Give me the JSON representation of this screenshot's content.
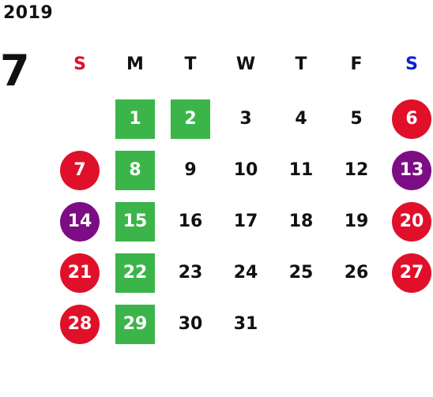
{
  "header": {
    "year": "2019",
    "month": "7"
  },
  "colors": {
    "sunday_header": "#e0102a",
    "saturday_header": "#0b1fdc",
    "green": "#3bb54a",
    "red": "#e0102a",
    "purple": "#7d0d84",
    "normal_text": "#111111"
  },
  "weekdays": [
    {
      "label": "S",
      "color": "#e0102a"
    },
    {
      "label": "M",
      "color": "#111111"
    },
    {
      "label": "T",
      "color": "#111111"
    },
    {
      "label": "W",
      "color": "#111111"
    },
    {
      "label": "T",
      "color": "#111111"
    },
    {
      "label": "F",
      "color": "#111111"
    },
    {
      "label": "S",
      "color": "#0b1fdc"
    }
  ],
  "weeks": [
    [
      {
        "day": "",
        "style": "empty"
      },
      {
        "day": "1",
        "style": "green"
      },
      {
        "day": "2",
        "style": "green"
      },
      {
        "day": "3",
        "style": "normal"
      },
      {
        "day": "4",
        "style": "normal"
      },
      {
        "day": "5",
        "style": "normal"
      },
      {
        "day": "6",
        "style": "red"
      }
    ],
    [
      {
        "day": "7",
        "style": "red"
      },
      {
        "day": "8",
        "style": "green"
      },
      {
        "day": "9",
        "style": "normal"
      },
      {
        "day": "10",
        "style": "normal"
      },
      {
        "day": "11",
        "style": "normal"
      },
      {
        "day": "12",
        "style": "normal"
      },
      {
        "day": "13",
        "style": "purple"
      }
    ],
    [
      {
        "day": "14",
        "style": "purple"
      },
      {
        "day": "15",
        "style": "green"
      },
      {
        "day": "16",
        "style": "normal"
      },
      {
        "day": "17",
        "style": "normal"
      },
      {
        "day": "18",
        "style": "normal"
      },
      {
        "day": "19",
        "style": "normal"
      },
      {
        "day": "20",
        "style": "red"
      }
    ],
    [
      {
        "day": "21",
        "style": "red"
      },
      {
        "day": "22",
        "style": "green"
      },
      {
        "day": "23",
        "style": "normal"
      },
      {
        "day": "24",
        "style": "normal"
      },
      {
        "day": "25",
        "style": "normal"
      },
      {
        "day": "26",
        "style": "normal"
      },
      {
        "day": "27",
        "style": "red"
      }
    ],
    [
      {
        "day": "28",
        "style": "red"
      },
      {
        "day": "29",
        "style": "green"
      },
      {
        "day": "30",
        "style": "normal"
      },
      {
        "day": "31",
        "style": "normal"
      },
      {
        "day": "",
        "style": "empty"
      },
      {
        "day": "",
        "style": "empty"
      },
      {
        "day": "",
        "style": "empty"
      }
    ]
  ]
}
